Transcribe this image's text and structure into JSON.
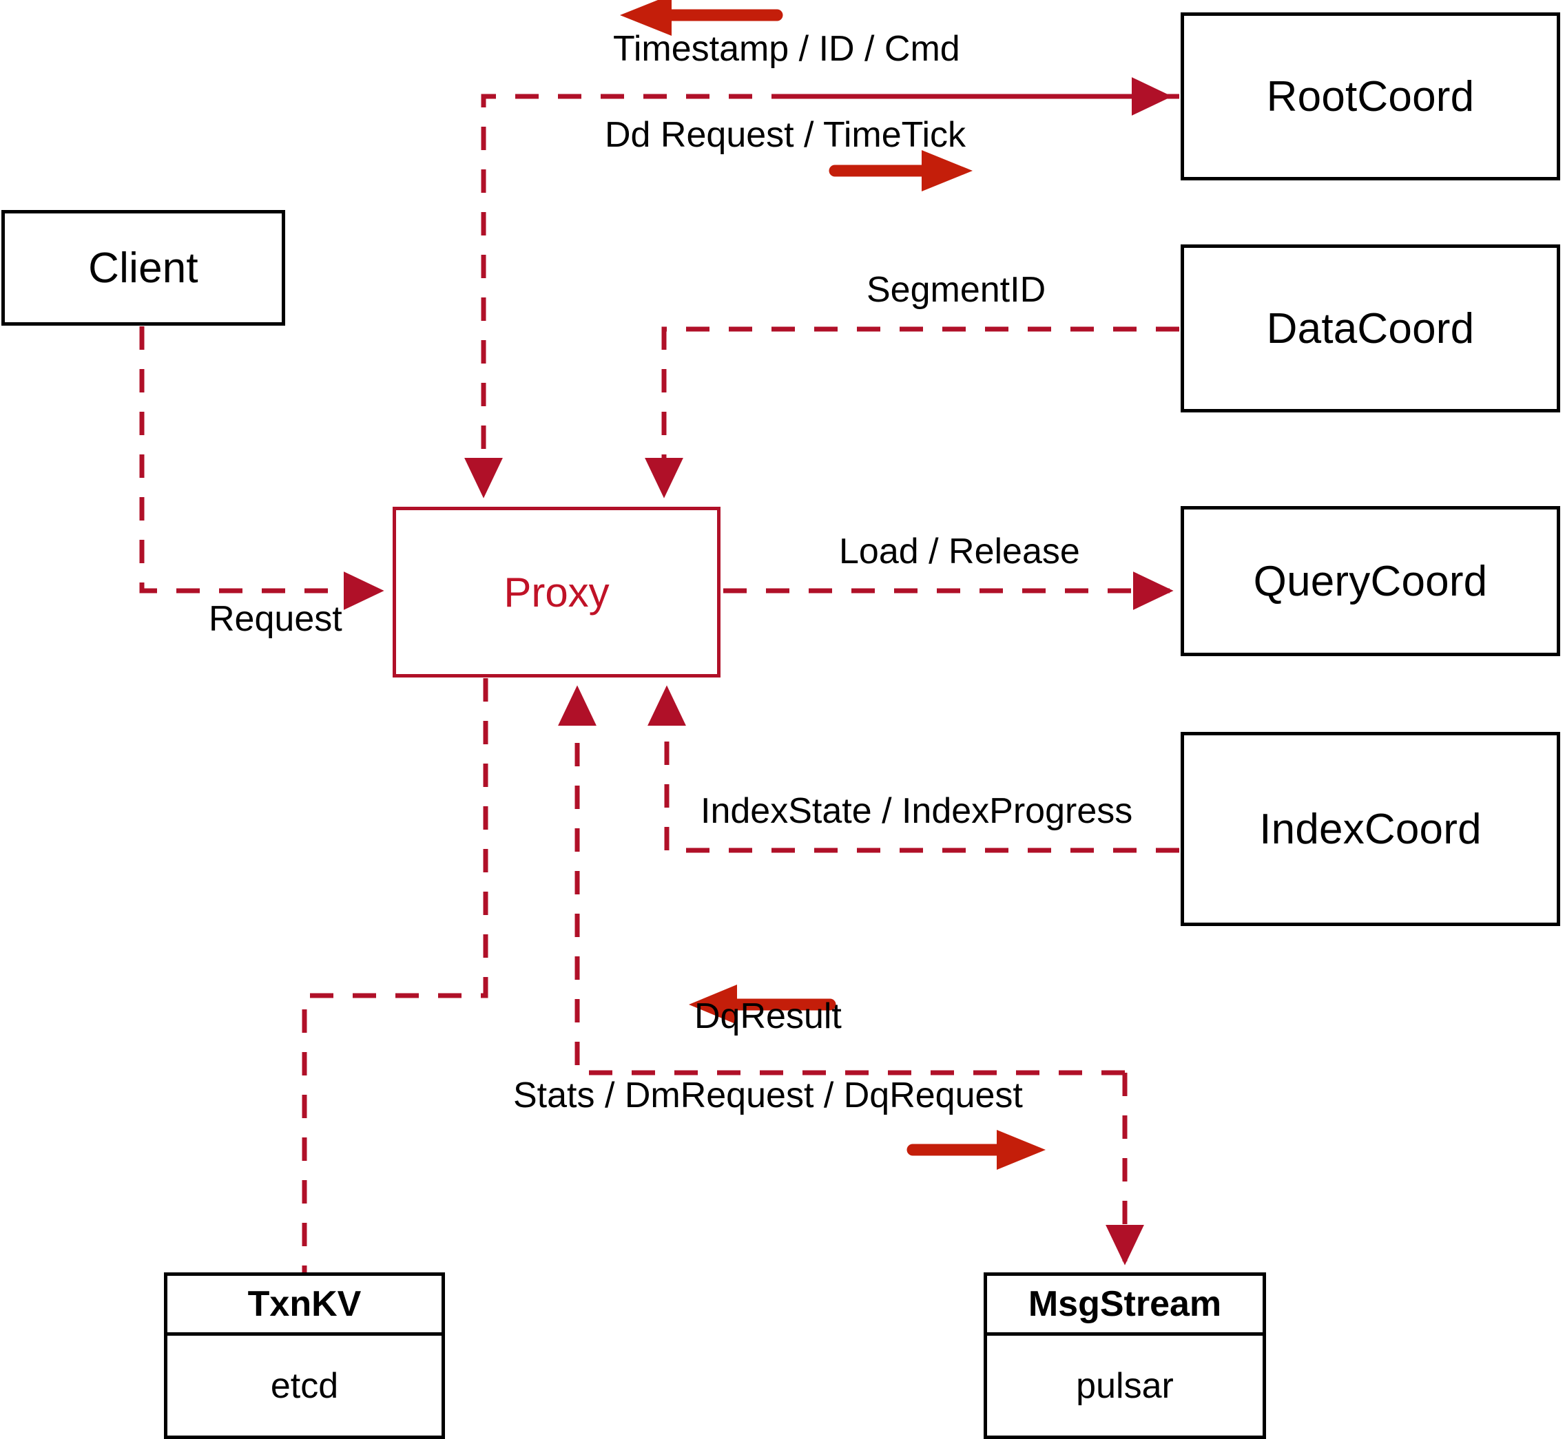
{
  "diagram": {
    "title": "Proxy component interaction diagram",
    "colors": {
      "dashed_edge": "#B01028",
      "direction_arrow": "#C41E0A",
      "node_border": "#000000",
      "proxy_border": "#B01028",
      "proxy_text": "#C01227",
      "background": "#FFFFFF"
    }
  },
  "nodes": {
    "client": {
      "label": "Client"
    },
    "proxy": {
      "label": "Proxy"
    },
    "root_coord": {
      "label": "RootCoord"
    },
    "data_coord": {
      "label": "DataCoord"
    },
    "query_coord": {
      "label": "QueryCoord"
    },
    "index_coord": {
      "label": "IndexCoord"
    },
    "txn_kv": {
      "title": "TxnKV",
      "impl": "etcd"
    },
    "msg_stream": {
      "title": "MsgStream",
      "impl": "pulsar"
    }
  },
  "edges": [
    {
      "id": "client-request",
      "label": "Request",
      "from": "Client",
      "to": "Proxy",
      "direction": "right"
    },
    {
      "id": "rootcoord-down",
      "label": "Timestamp / ID / Cmd",
      "from": "RootCoord",
      "to": "Proxy",
      "direction": "left"
    },
    {
      "id": "rootcoord-up",
      "label": "Dd Request / TimeTick",
      "from": "Proxy",
      "to": "RootCoord",
      "direction": "right"
    },
    {
      "id": "datacoord",
      "label": "SegmentID",
      "from": "DataCoord",
      "to": "Proxy",
      "direction": "left"
    },
    {
      "id": "querycoord",
      "label": "Load / Release",
      "from": "Proxy",
      "to": "QueryCoord",
      "direction": "right"
    },
    {
      "id": "indexcoord",
      "label": "IndexState / IndexProgress",
      "from": "IndexCoord",
      "to": "Proxy",
      "direction": "left"
    },
    {
      "id": "dqresult",
      "label": "DqResult",
      "from": "MsgStream",
      "to": "Proxy",
      "direction": "left"
    },
    {
      "id": "dqrequest",
      "label": "Stats / DmRequest / DqRequest",
      "from": "Proxy",
      "to": "MsgStream",
      "direction": "right"
    },
    {
      "id": "txnkv",
      "label": "",
      "from": "Proxy",
      "to": "TxnKV",
      "direction": "none"
    }
  ]
}
